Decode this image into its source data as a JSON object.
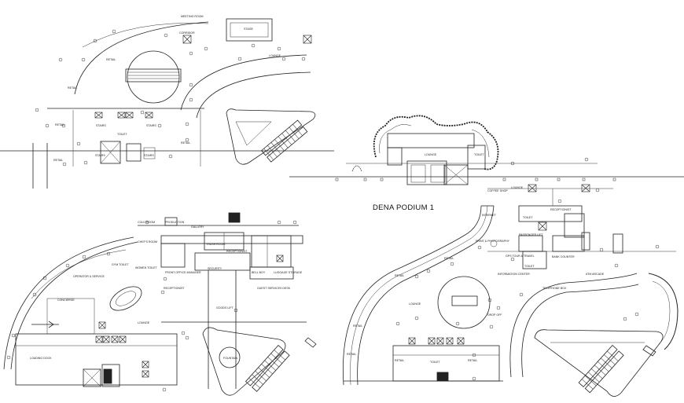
{
  "drawing_title": "DENA PODIUM 1",
  "labels": {
    "meeting_room": "MEETING ROOM",
    "corridor": "CORRIDOR",
    "stage": "STAGE",
    "lounge": "LOUNGE",
    "retail": "RETAIL",
    "toilet": "TOILET",
    "stairs": "STAIRS",
    "passenger_lift": "PASSENGER LIFT",
    "goods_lift": "GOODS LIFT",
    "toilet_r": "TOILET",
    "cold_room": "COLD ROOM",
    "production": "PRODUCTION",
    "gallery": "GALLERY",
    "chefs_room": "CHEF'S ROOM",
    "trash_room": "TRASH ROOM",
    "receptionist": "RECEPTIONIST",
    "front_office_manager": "FRONT OFFICE MANAGER",
    "security": "SECURITY",
    "bell_boy": "BELL BOY",
    "luggage_storage": "LUGGAGE STORAGE",
    "guest_services": "GUEST SERVICES DESK",
    "concierge": "CONCIERGE",
    "operator_service": "OPERATOR & SERVICE",
    "gym_toilet": "GYM TOILET",
    "women_toilet": "WOMEN TOILET",
    "loading_dock": "LOADING DOCK",
    "coffee_shop": "COFFEE SHOP",
    "internet": "INTERNET",
    "print_photography": "PRINT & PHOTOGRAPHY",
    "info_counter": "INFORMATION CENTER",
    "bank_counter": "BANK COUNTER",
    "telephone_box": "TELEPHONE BOX",
    "atm_arcade": "ATM ARCADE",
    "tour_travel": "GPS TOUR & TRAVEL",
    "fountain": "FOUNTAIN",
    "drop_off": "DROP OFF"
  }
}
